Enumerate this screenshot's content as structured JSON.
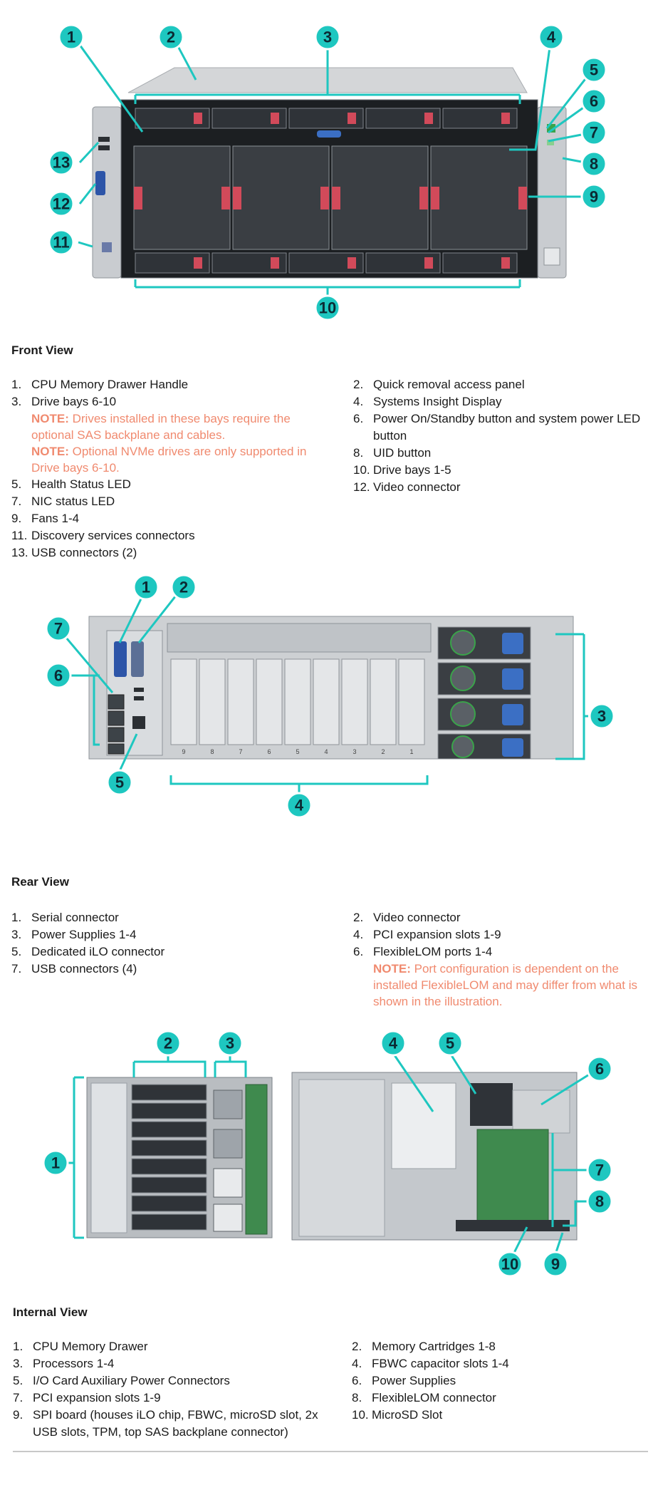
{
  "colors": {
    "callout": "#1ec7c0",
    "note": "#f08a6f",
    "release_latch": "#d24a5a",
    "ilo_blue": "#3b6fc4"
  },
  "front": {
    "title": "Front View",
    "callouts": [
      "1",
      "2",
      "3",
      "4",
      "5",
      "6",
      "7",
      "8",
      "9",
      "10",
      "11",
      "12",
      "13"
    ],
    "left": [
      {
        "n": "1.",
        "t": "CPU Memory Drawer Handle"
      },
      {
        "n": "3.",
        "t": "Drive bays 6-10"
      },
      {
        "n": "5.",
        "t": "Health Status LED"
      },
      {
        "n": "7.",
        "t": "NIC status LED"
      },
      {
        "n": "9.",
        "t": "Fans 1-4"
      },
      {
        "n": "11.",
        "t": "Discovery services connectors"
      },
      {
        "n": "13.",
        "t": "USB connectors (2)"
      }
    ],
    "notes": [
      {
        "label": "NOTE:",
        "text": " Drives installed in these bays require the optional SAS backplane and cables."
      },
      {
        "label": "NOTE:",
        "text": " Optional NVMe drives are only supported in Drive bays 6-10."
      }
    ],
    "right": [
      {
        "n": "2.",
        "t": "Quick removal access panel"
      },
      {
        "n": "4.",
        "t": "Systems Insight Display"
      },
      {
        "n": "6.",
        "t": "Power On/Standby button and system power LED button"
      },
      {
        "n": "8.",
        "t": "UID button"
      },
      {
        "n": "10.",
        "t": "Drive bays 1-5"
      },
      {
        "n": "12.",
        "t": "Video connector"
      }
    ]
  },
  "rear": {
    "title": "Rear View",
    "callouts": [
      "1",
      "2",
      "3",
      "4",
      "5",
      "6",
      "7"
    ],
    "slot_labels": [
      "9",
      "8",
      "7",
      "6",
      "5",
      "4",
      "3",
      "2",
      "1"
    ],
    "left": [
      {
        "n": "1.",
        "t": "Serial connector"
      },
      {
        "n": "3.",
        "t": "Power Supplies 1-4"
      },
      {
        "n": "5.",
        "t": "Dedicated iLO connector"
      },
      {
        "n": "7.",
        "t": "USB connectors (4)"
      }
    ],
    "right": [
      {
        "n": "2.",
        "t": "Video connector"
      },
      {
        "n": "4.",
        "t": "PCI expansion slots 1-9"
      },
      {
        "n": "6.",
        "t": "FlexibleLOM ports 1-4"
      }
    ],
    "note": {
      "label": "NOTE:",
      "text": " Port configuration is dependent on the installed FlexibleLOM and may differ from what is shown in the illustration."
    }
  },
  "internal": {
    "title": "Internal View",
    "callouts": [
      "1",
      "2",
      "3",
      "4",
      "5",
      "6",
      "7",
      "8",
      "9",
      "10"
    ],
    "left": [
      {
        "n": "1.",
        "t": "CPU Memory Drawer"
      },
      {
        "n": "3.",
        "t": "Processors 1-4"
      },
      {
        "n": "5.",
        "t": "I/O Card Auxiliary Power Connectors"
      },
      {
        "n": "7.",
        "t": "PCI expansion slots 1-9"
      },
      {
        "n": "9.",
        "t": "SPI board (houses iLO chip, FBWC, microSD slot, 2x USB slots, TPM, top SAS backplane connector)"
      }
    ],
    "right": [
      {
        "n": "2.",
        "t": "Memory Cartridges 1-8"
      },
      {
        "n": "4.",
        "t": "FBWC capacitor slots 1-4"
      },
      {
        "n": "6.",
        "t": "Power Supplies"
      },
      {
        "n": "8.",
        "t": "FlexibleLOM connector"
      },
      {
        "n": "10.",
        "t": "MicroSD Slot"
      }
    ]
  }
}
